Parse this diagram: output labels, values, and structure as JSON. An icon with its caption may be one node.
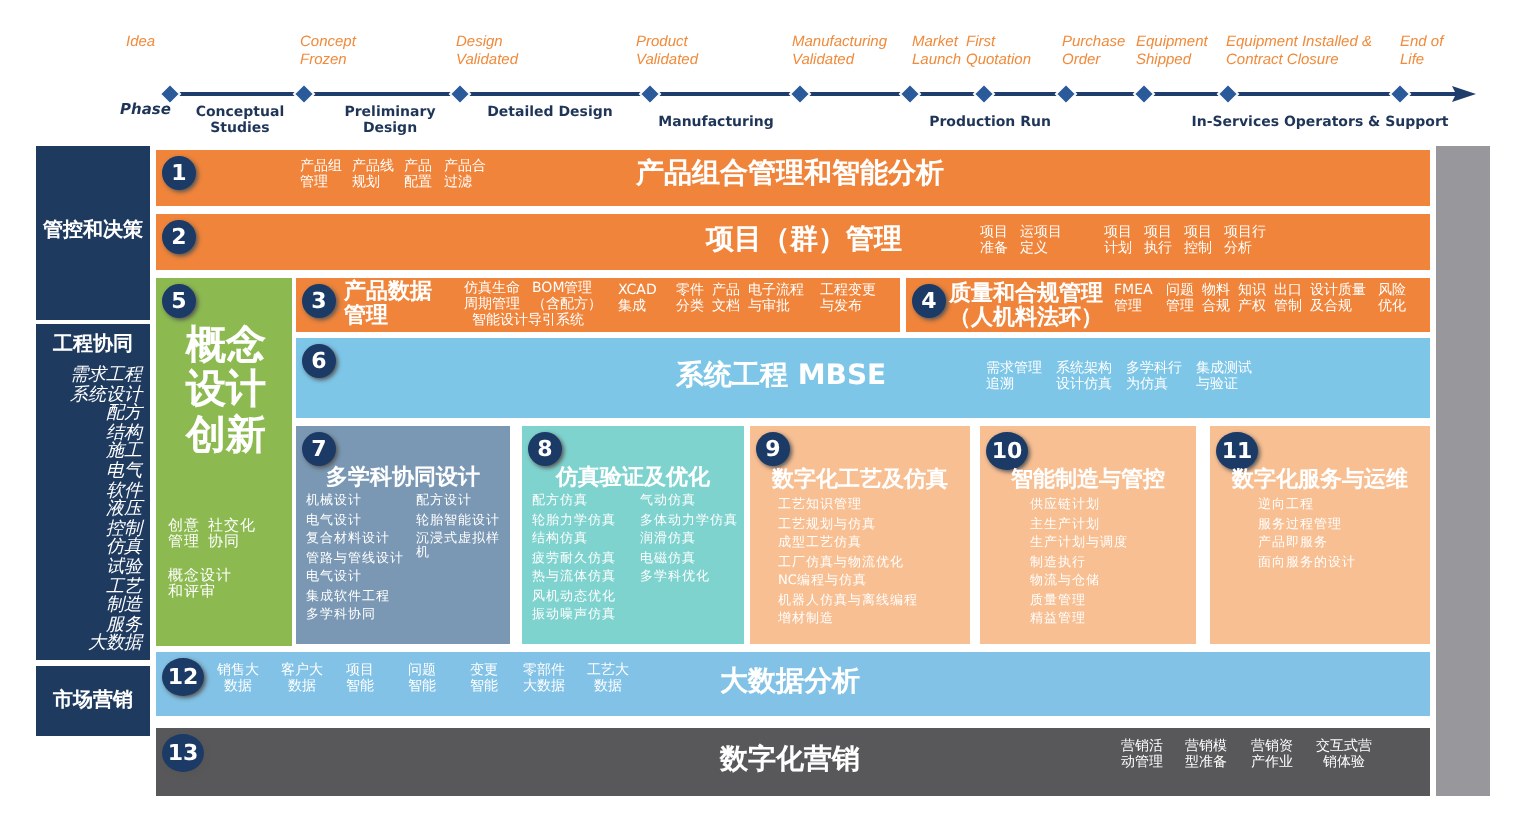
{
  "diagram": {
    "nodes": [
      {
        "text": [
          "管控和决策"
        ]
      },
      {
        "text": [
          "工程协同",
          "需求工程",
          "系统设计",
          "配方",
          "结构",
          "施工",
          "电气",
          "软件",
          "液压",
          "控制",
          "仿真",
          "试验",
          "工艺",
          "制造",
          "服务",
          "大数据"
        ]
      },
      {
        "text": [
          "市场营销"
        ]
      },
      {
        "text": [
          "1",
          "产品组管理",
          "产品线规划",
          "产品配置",
          "产品合过滤",
          "产品组合管理和智能分析"
        ]
      },
      {
        "text": [
          "2",
          "项目（群）管理",
          "项目准备",
          "运项目定义",
          "项目计划",
          "项目执行",
          "项目控制",
          "项目行分析"
        ]
      },
      {
        "text": [
          "5",
          "概念设计创新",
          "创意管理",
          "社交化协同",
          "概念设计和评审"
        ]
      },
      {
        "text": [
          "3",
          "产品数据管理",
          "仿真生命周期管理",
          "BOM管理（含配方）",
          "智能设计导引系统",
          "XCAD集成",
          "零件分类",
          "产品文档",
          "电子流程与审批",
          "工程变更与发布"
        ]
      },
      {
        "text": [
          "4",
          "质量和合规管理（人机料法环）",
          "FMEA管理",
          "问题管理",
          "物料合规",
          "知识产权",
          "出口管制",
          "设计质量及合规",
          "风险优化"
        ]
      },
      {
        "text": [
          "6",
          "系统工程 MBSE",
          "需求管理追溯",
          "系统架构设计仿真",
          "多学科行为仿真",
          "集成测试与验证"
        ]
      },
      {
        "text": [
          "7",
          "多学科协同设计",
          "机械设计",
          "电气设计",
          "复合材料设计",
          "管路与管线设计",
          "电气设计",
          "集成软件工程",
          "多学科协同",
          "配方设计",
          "轮胎智能设计",
          "沉浸式虚拟样机"
        ]
      },
      {
        "text": [
          "8",
          "仿真验证及优化",
          "配方仿真",
          "轮胎力学仿真",
          "结构仿真",
          "疲劳耐久仿真",
          "热与流体仿真",
          "风机动态优化",
          "振动噪声仿真",
          "气动仿真",
          "多体动力学仿真",
          "润滑仿真",
          "电磁仿真",
          "多学科优化"
        ]
      },
      {
        "text": [
          "9",
          "数字化工艺及仿真",
          "工艺知识管理",
          "工艺规划与仿真",
          "成型工艺仿真",
          "工厂仿真与物流优化",
          "NC编程与仿真",
          "机器人仿真与离线编程",
          "增材制造"
        ]
      },
      {
        "text": [
          "10",
          "智能制造与管控",
          "供应链计划",
          "主生产计划",
          "生产计划与调度",
          "制造执行",
          "物流与仓储",
          "质量管理",
          "精益管理"
        ]
      },
      {
        "text": [
          "11",
          "数字化服务与运维",
          "逆向工程",
          "服务过程管理",
          "产品即服务",
          "面向服务的设计"
        ]
      },
      {
        "text": [
          "12",
          "销售大数据",
          "客户大数据",
          "项目智能",
          "问题智能",
          "变更智能",
          "零部件大数据",
          "工艺大数据",
          "大数据分析"
        ]
      },
      {
        "text": [
          "13",
          "数字化营销",
          "营销活动管理",
          "营销模型准备",
          "营销资产作业",
          "交互式营销体验"
        ]
      },
      {
        "text": [],
        "shape": "bar"
      }
    ],
    "labels": [
      "Idea",
      "Concept Frozen",
      "Design Validated",
      "Product Validated",
      "Manufacturing Validated",
      "Market Launch",
      "First Quotation",
      "Purchase Order",
      "Equipment Shipped",
      "Equipment Installed & Contract Closure",
      "End of Life",
      "Phase",
      "Conceptual Studies",
      "Preliminary Design",
      "Detailed Design",
      "Manufacturing",
      "Production Run",
      "In-Services Operators & Support"
    ]
  }
}
